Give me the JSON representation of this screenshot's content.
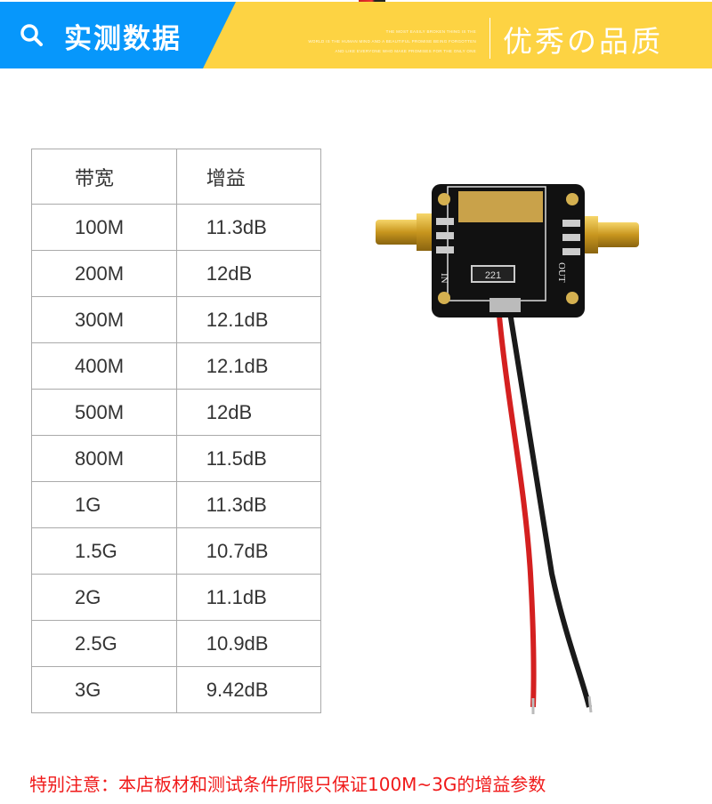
{
  "banner": {
    "title": "实测数据",
    "slogan": "优秀の品质",
    "fine_print": [
      "THE MOST EASILY BROKEN THING IS THE",
      "WORLD IS THE HUMAN MIND AND A BEAUTIFUL PROMISE BEING FORGOTTEN",
      "AND LIKE EVERYONE WHO MAKE PROMISES FOR THE ONLY ONE"
    ],
    "colors": {
      "blue": "#0797fb",
      "yellow": "#fdd343"
    }
  },
  "table": {
    "headers": [
      "带宽",
      "增益"
    ],
    "rows": [
      [
        "100M",
        "11.3dB"
      ],
      [
        "200M",
        "12dB"
      ],
      [
        "300M",
        "12.1dB"
      ],
      [
        "400M",
        "12.1dB"
      ],
      [
        "500M",
        "12dB"
      ],
      [
        "800M",
        "11.5dB"
      ],
      [
        "1G",
        "11.3dB"
      ],
      [
        "1.5G",
        "10.7dB"
      ],
      [
        "2G",
        "11.1dB"
      ],
      [
        "2.5G",
        "10.9dB"
      ],
      [
        "3G",
        "9.42dB"
      ]
    ]
  },
  "product": {
    "resistor_label": "221",
    "in_label": "IN",
    "out_label": "OUT"
  },
  "footer": {
    "note": "特别注意：本店板材和测试条件所限只保证100M~3G的增益参数",
    "color": "#f01a1a"
  }
}
